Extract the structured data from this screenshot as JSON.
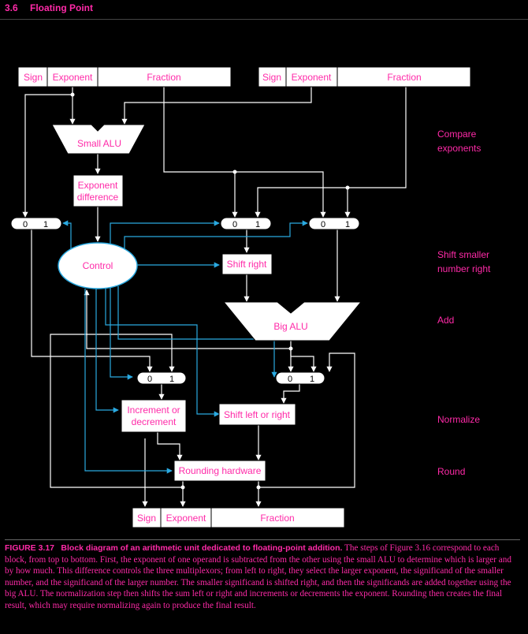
{
  "header": {
    "section": "3.6",
    "title": "Floating Point"
  },
  "colors": {
    "accent": "#ff2aa8",
    "wire": "#ffffff",
    "control": "#2aa9e0",
    "box_fill": "#ffffff"
  },
  "inputs": {
    "a": {
      "sign": "Sign",
      "exponent": "Exponent",
      "fraction": "Fraction"
    },
    "b": {
      "sign": "Sign",
      "exponent": "Exponent",
      "fraction": "Fraction"
    }
  },
  "blocks": {
    "small_alu": "Small ALU",
    "exp_diff_line1": "Exponent",
    "exp_diff_line2": "difference",
    "control": "Control",
    "shift_right": "Shift right",
    "big_alu": "Big ALU",
    "shift_left_right": "Shift left or right",
    "inc_dec_line1": "Increment or",
    "inc_dec_line2": "decrement",
    "rounding": "Rounding hardware"
  },
  "mux": {
    "in0": "0",
    "in1": "1"
  },
  "output": {
    "sign": "Sign",
    "exponent": "Exponent",
    "fraction": "Fraction"
  },
  "steps": {
    "compare_line1": "Compare",
    "compare_line2": "exponents",
    "shift_line1": "Shift smaller",
    "shift_line2": "number right",
    "add": "Add",
    "normalize": "Normalize",
    "round": "Round"
  },
  "caption": {
    "figure": "FIGURE 3.17",
    "title": "Block diagram of an arithmetic unit dedicated to floating-point addition.",
    "body": "The steps of Figure 3.16 correspond to each block, from top to bottom. First, the exponent of one operand is subtracted from the other using the small ALU to determine which is larger and by how much. This difference controls the three multiplexors; from left to right, they select the larger exponent, the significand of the smaller number, and the significand of the larger number. The smaller significand is shifted right, and then the significands are added together using the big ALU. The normalization step then shifts the sum left or right and increments or decrements the exponent. Rounding then creates the final result, which may require normalizing again to produce the final result."
  }
}
